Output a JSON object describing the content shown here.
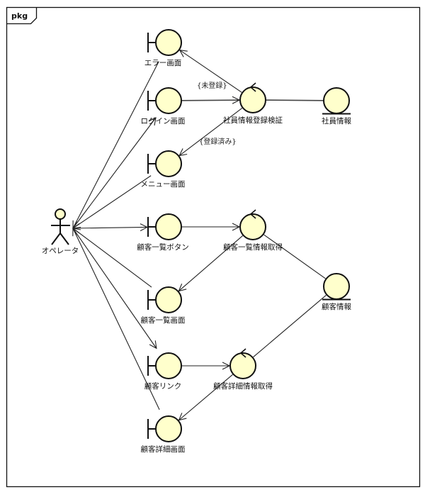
{
  "frame": {
    "label": "pkg"
  },
  "actors": [
    {
      "id": "operator",
      "label": "オペレータ"
    }
  ],
  "nodes": [
    {
      "id": "error_screen",
      "type": "boundary",
      "label": "エラー画面"
    },
    {
      "id": "login_screen",
      "type": "boundary",
      "label": "ログイン画面"
    },
    {
      "id": "menu_screen",
      "type": "boundary",
      "label": "メニュー画面"
    },
    {
      "id": "customer_list_button",
      "type": "boundary",
      "label": "顧客一覧ボタン"
    },
    {
      "id": "customer_list_screen",
      "type": "boundary",
      "label": "顧客一覧画面"
    },
    {
      "id": "customer_link",
      "type": "boundary",
      "label": "顧客リンク"
    },
    {
      "id": "customer_detail_screen",
      "type": "boundary",
      "label": "顧客詳細画面"
    },
    {
      "id": "employee_verify",
      "type": "control",
      "label": "社員情報登録検証"
    },
    {
      "id": "customer_list_fetch",
      "type": "control",
      "label": "顧客一覧情報取得"
    },
    {
      "id": "customer_detail_fetch",
      "type": "control",
      "label": "顧客詳細情報取得"
    },
    {
      "id": "employee_info",
      "type": "entity",
      "label": "社員情報"
    },
    {
      "id": "customer_info",
      "type": "entity",
      "label": "顧客情報"
    }
  ],
  "edges": [
    {
      "from": "error_screen",
      "to": "operator",
      "arrow": true
    },
    {
      "from": "operator",
      "to": "login_screen",
      "arrow": true
    },
    {
      "from": "menu_screen",
      "to": "operator",
      "arrow": true
    },
    {
      "from": "operator",
      "to": "customer_list_button",
      "arrow": true
    },
    {
      "from": "customer_list_screen",
      "to": "operator",
      "arrow": true
    },
    {
      "from": "operator",
      "to": "customer_link",
      "arrow": true
    },
    {
      "from": "customer_detail_screen",
      "to": "operator",
      "arrow": true
    },
    {
      "from": "login_screen",
      "to": "employee_verify",
      "arrow": true
    },
    {
      "from": "employee_verify",
      "to": "error_screen",
      "arrow": true,
      "guard": "{未登録}"
    },
    {
      "from": "employee_verify",
      "to": "menu_screen",
      "arrow": true,
      "guard": "{登録済み}"
    },
    {
      "from": "employee_verify",
      "to": "employee_info",
      "arrow": false
    },
    {
      "from": "customer_list_button",
      "to": "customer_list_fetch",
      "arrow": true
    },
    {
      "from": "customer_list_fetch",
      "to": "customer_list_screen",
      "arrow": true
    },
    {
      "from": "customer_list_fetch",
      "to": "customer_info",
      "arrow": false
    },
    {
      "from": "customer_link",
      "to": "customer_detail_fetch",
      "arrow": true
    },
    {
      "from": "customer_detail_fetch",
      "to": "customer_detail_screen",
      "arrow": true
    },
    {
      "from": "customer_detail_fetch",
      "to": "customer_info",
      "arrow": false
    }
  ]
}
